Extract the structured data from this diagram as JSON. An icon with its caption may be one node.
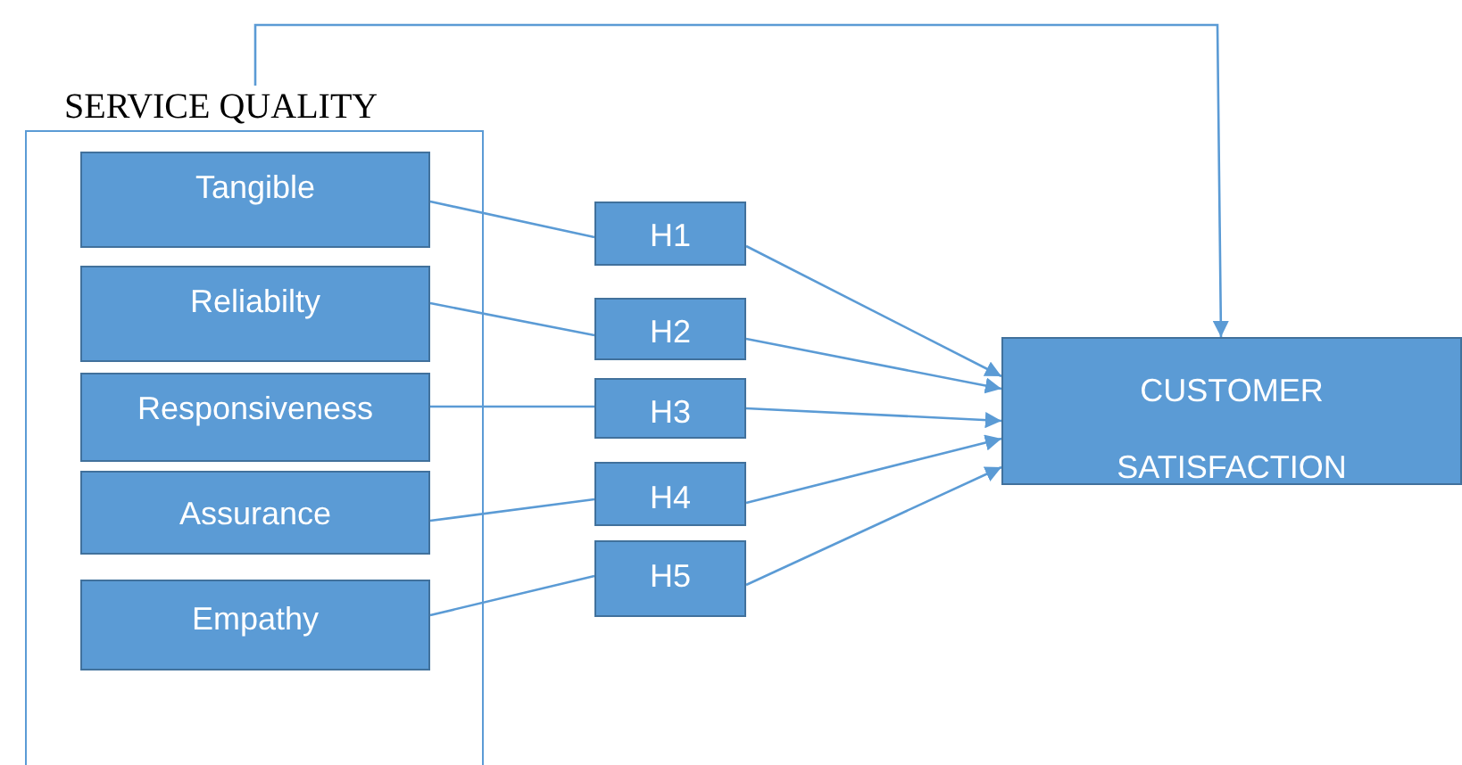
{
  "diagram": {
    "nodes": [
      {
        "text": [
          "SERVICE QUALITY"
        ]
      },
      {
        "text": [
          "Tangible"
        ],
        "in": 0
      },
      {
        "text": [
          "Reliabilty"
        ],
        "in": 0
      },
      {
        "text": [
          "Responsiveness"
        ],
        "in": 0
      },
      {
        "text": [
          "Assurance"
        ],
        "in": 0
      },
      {
        "text": [
          "Empathy"
        ],
        "in": 0
      },
      {
        "text": [
          "H1"
        ]
      },
      {
        "text": [
          "H2"
        ]
      },
      {
        "text": [
          "H3"
        ]
      },
      {
        "text": [
          "H4"
        ]
      },
      {
        "text": [
          "H5"
        ]
      },
      {
        "text": [
          "CUSTOMER SATISFACTION"
        ]
      }
    ],
    "edges": [
      {
        "from": 1,
        "to": 6,
        "arrow": "none"
      },
      {
        "from": 2,
        "to": 7,
        "arrow": "none"
      },
      {
        "from": 3,
        "to": 8,
        "arrow": "none"
      },
      {
        "from": 4,
        "to": 9,
        "arrow": "none"
      },
      {
        "from": 5,
        "to": 10,
        "arrow": "none"
      },
      {
        "from": 6,
        "to": 11,
        "arrow": "to"
      },
      {
        "from": 7,
        "to": 11,
        "arrow": "to"
      },
      {
        "from": 8,
        "to": 11,
        "arrow": "to"
      },
      {
        "from": 9,
        "to": 11,
        "arrow": "to"
      },
      {
        "from": 10,
        "to": 11,
        "arrow": "to"
      },
      {
        "from": 0,
        "to": 11,
        "arrow": "to"
      }
    ]
  }
}
